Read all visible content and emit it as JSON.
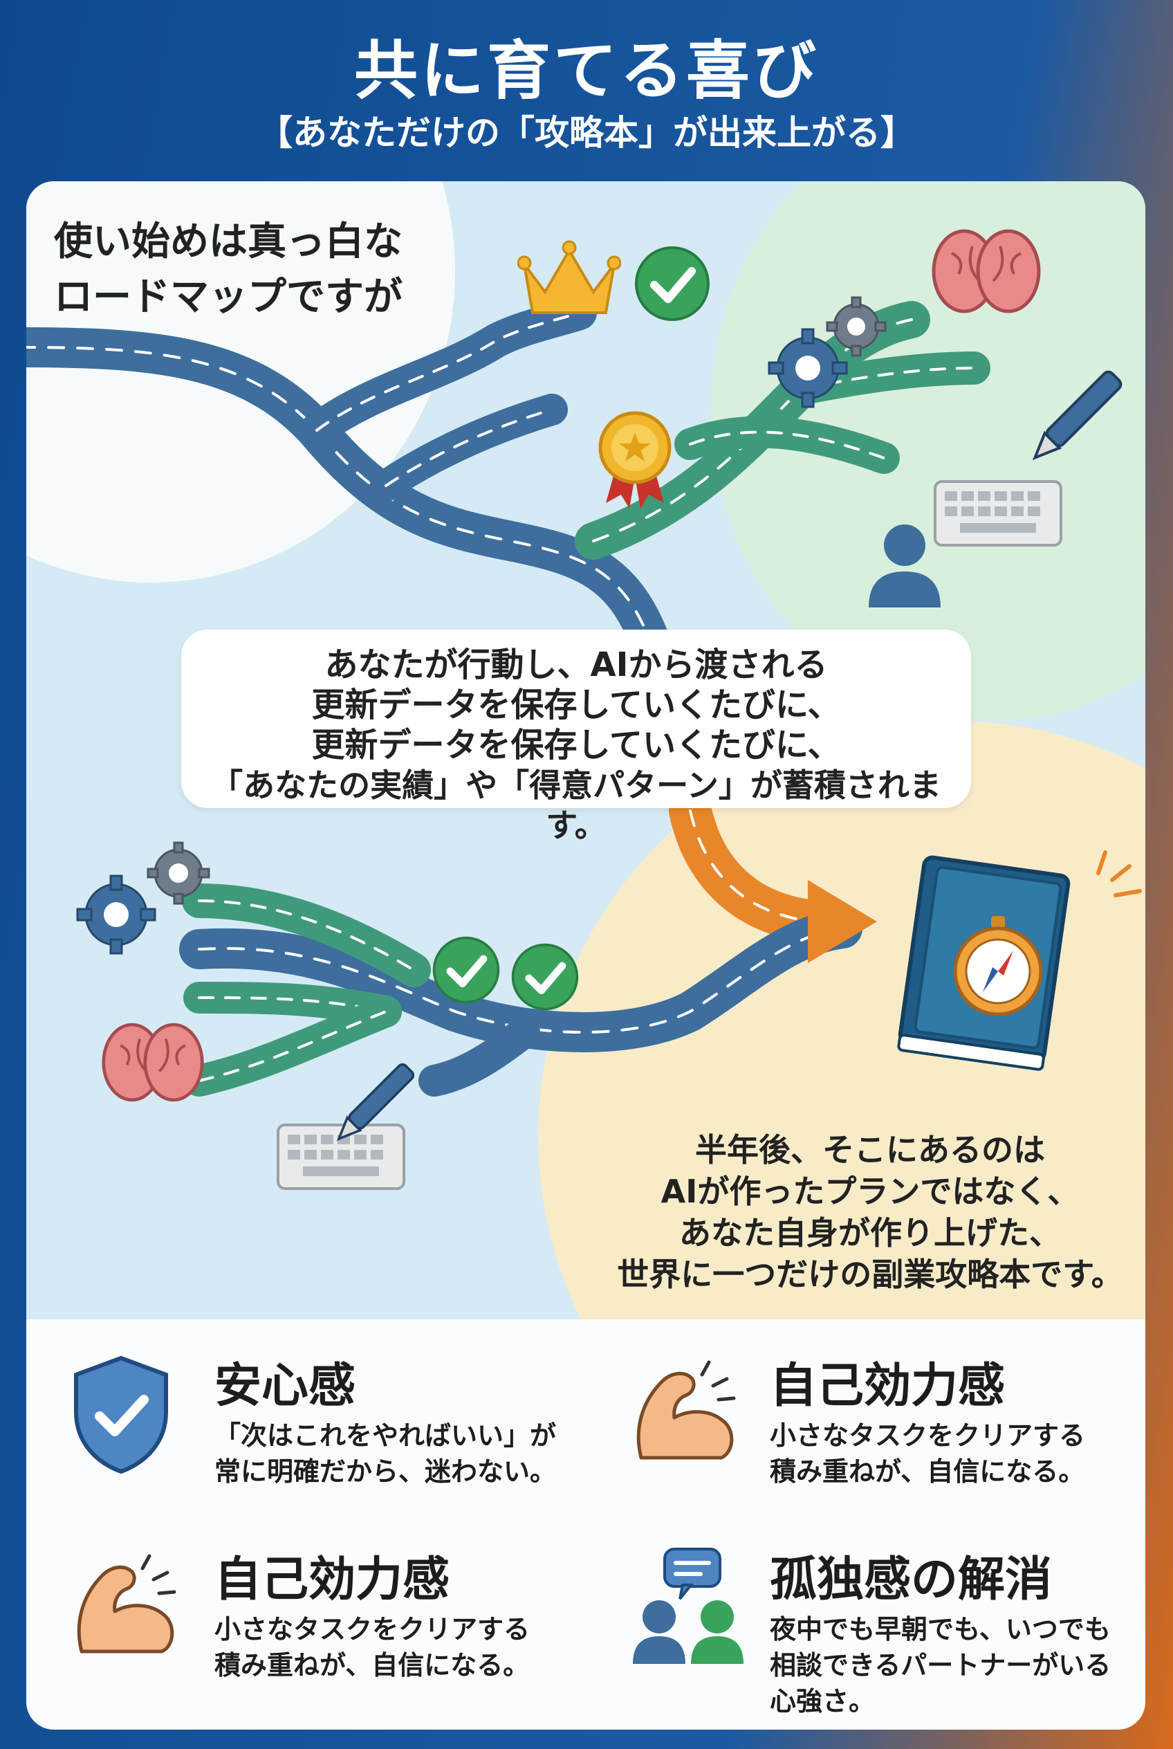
{
  "header": {
    "title": "共に育てる喜び",
    "subtitle": "【あなただけの「攻略本」が出来上がる】"
  },
  "map": {
    "intro_lines": [
      "使い始めは真っ白な",
      "ロードマップですが"
    ],
    "callout_lines": [
      "あなたが行動し、AIから渡される",
      "更新データを保存していくたびに、",
      "更新データを保存していくたびに、",
      "「あなたの実績」や「得意パターン」が蓄積されます。"
    ],
    "result_lines": [
      "半年後、そこにあるのは",
      "AIが作ったプランではなく、",
      "あなた自身が作り上げた、",
      "世界に一つだけの副業攻略本です。"
    ],
    "icons": [
      "crown-icon",
      "check-icon",
      "medal-icon",
      "gear-icon",
      "brain-icon",
      "pen-icon",
      "keyboard-icon",
      "person-icon",
      "book-icon",
      "compass-icon"
    ]
  },
  "benefits": [
    {
      "icon": "shield-check-icon",
      "title": "安心感",
      "desc": [
        "「次はこれをやればいい」が",
        "常に明確だから、迷わない。"
      ]
    },
    {
      "icon": "flexed-arm-icon",
      "title": "自己効力感",
      "desc": [
        "小さなタスクをクリアする",
        "積み重ねが、自信になる。"
      ]
    },
    {
      "icon": "flexed-arm-icon",
      "title": "自己効力感",
      "desc": [
        "小さなタスクをクリアする",
        "積み重ねが、自信になる。"
      ]
    },
    {
      "icon": "people-chat-icon",
      "title": "孤独感の解消",
      "desc": [
        "夜中でも早朝でも、いつでも",
        "相談できるパートナーがいる",
        "心強さ。"
      ]
    }
  ],
  "colors": {
    "header_blue": "#0f4a8f",
    "accent_orange": "#e8862a",
    "road_blue": "#3d6e9e",
    "road_green": "#3f9a7b",
    "sky": "#d5eaf4",
    "mint": "#d9efde",
    "cream": "#f8ebc8"
  }
}
